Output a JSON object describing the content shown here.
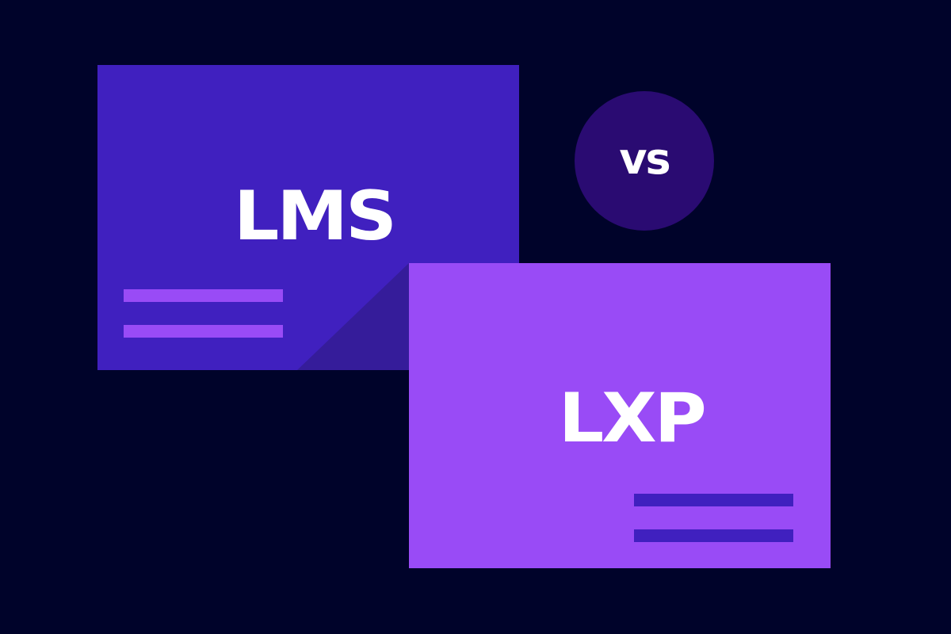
{
  "colors": {
    "background": "#00032a",
    "lms_card": "#4020bf",
    "lxp_card": "#994bf6",
    "shadow": "#351c9a",
    "vs_circle": "#2a0b72",
    "text": "#ffffff"
  },
  "cards": {
    "lms": {
      "title": "LMS",
      "lines": 2
    },
    "lxp": {
      "title": "LXP",
      "lines": 2
    }
  },
  "vs_badge": {
    "label": "vs"
  }
}
